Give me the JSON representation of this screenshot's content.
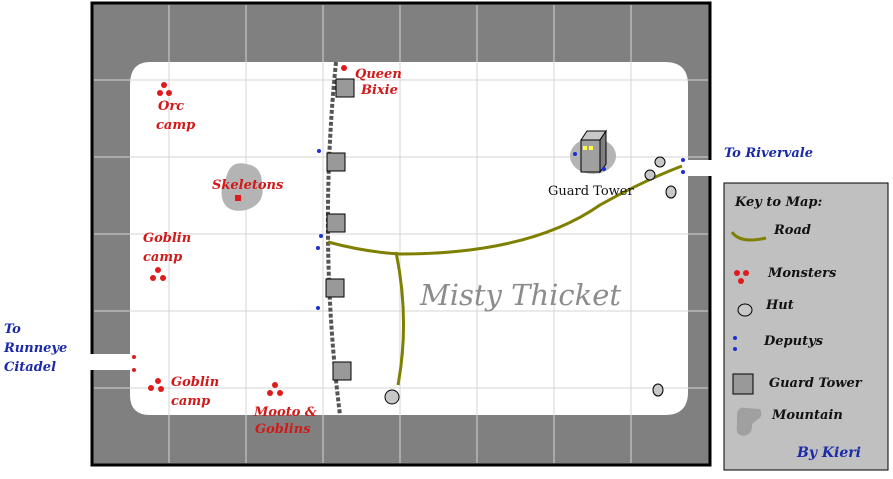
{
  "map": {
    "title": "Misty Thicket",
    "locations": {
      "queen_bixie": [
        "Queen",
        "Bixie"
      ],
      "orc_camp": [
        "Orc",
        "camp"
      ],
      "skeletons": "Skeletons",
      "goblin_camp_west": [
        "Goblin",
        "camp"
      ],
      "goblin_camp_south": [
        "Goblin",
        "camp"
      ],
      "mooto_goblins": [
        "Mooto &",
        "Goblins"
      ],
      "guard_tower": "Guard Tower"
    },
    "exits": {
      "rivervale": "To Rivervale",
      "runneye": [
        "To",
        "Runneye",
        "Citadel"
      ]
    }
  },
  "legend": {
    "title": "Key to Map:",
    "items": {
      "road": "Road",
      "monsters": "Monsters",
      "hut": "Hut",
      "deputys": "Deputys",
      "guard_tower": "Guard Tower",
      "mountain": "Mountain"
    },
    "author": "By Kieri"
  },
  "colors": {
    "wall": "#808080",
    "ground": "#ffffff",
    "grid": "#d4d4d4",
    "road": "#808000",
    "monster": "#e01b1b",
    "deputy": "#1b2fd6",
    "legend_bg": "#c0c0c0",
    "hut": "#c8c8c8",
    "mountain": "#b4b4b4"
  }
}
